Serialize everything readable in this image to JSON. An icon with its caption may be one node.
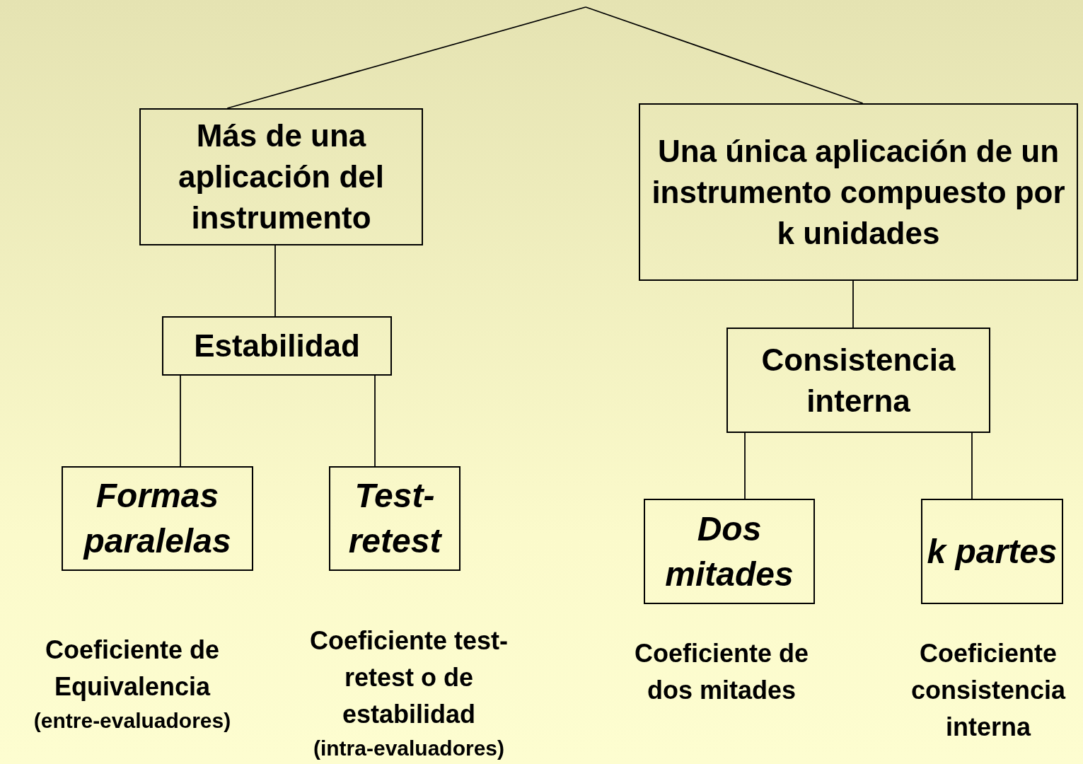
{
  "diagram": {
    "nodes": [
      {
        "text": [
          "Más de una aplicación del instrumento"
        ]
      },
      {
        "text": [
          "Una única aplicación de un instrumento compuesto por k unidades"
        ]
      },
      {
        "text": [
          "Estabilidad"
        ]
      },
      {
        "text": [
          "Consistencia interna"
        ]
      },
      {
        "text": [
          "Formas paralelas"
        ],
        "beside": [
          "Coeficiente de Equivalencia",
          "(entre-evaluadores)"
        ]
      },
      {
        "text": [
          "Test-retest"
        ],
        "beside": [
          "Coeficiente test-retest o de estabilidad",
          "(intra-evaluadores)"
        ]
      },
      {
        "text": [
          "Dos mitades"
        ],
        "beside": [
          "Coeficiente de dos mitades"
        ]
      },
      {
        "text": [
          "k partes"
        ],
        "beside": [
          "Coeficiente consistencia interna"
        ]
      }
    ],
    "edges": [
      {
        "from": null,
        "to": 0,
        "arrow": "none"
      },
      {
        "from": null,
        "to": 1,
        "arrow": "none"
      },
      {
        "from": 0,
        "to": 2,
        "arrow": "none"
      },
      {
        "from": 1,
        "to": 3,
        "arrow": "none"
      },
      {
        "from": 2,
        "to": 4,
        "arrow": "none"
      },
      {
        "from": 2,
        "to": 5,
        "arrow": "none"
      },
      {
        "from": 3,
        "to": 6,
        "arrow": "none"
      },
      {
        "from": 3,
        "to": 7,
        "arrow": "none"
      }
    ]
  }
}
